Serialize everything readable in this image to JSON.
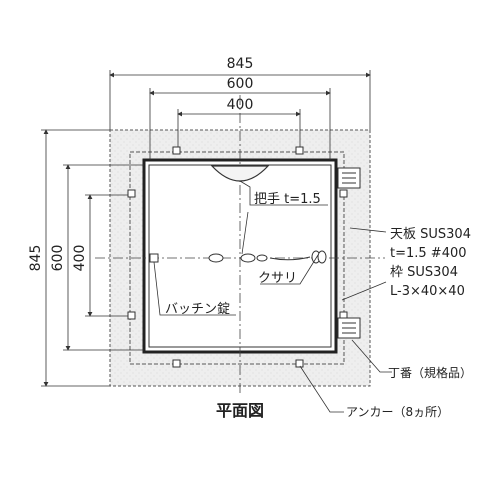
{
  "drawing": {
    "title": "平面図",
    "dimensions": {
      "top_outer": "845",
      "top_middle": "600",
      "top_inner": "400",
      "left_outer": "845",
      "left_middle": "600",
      "left_inner": "400"
    },
    "labels": {
      "handle": "把手 t=1.5",
      "chain": "クサリ",
      "latch": "バッチン錠",
      "top_plate_1": "天板 SUS304",
      "top_plate_2": "t=1.5 #400",
      "frame_1": "枠 SUS304",
      "frame_2": "L-3×40×40",
      "hinge": "丁番（規格品）",
      "anchor": "アンカー（8ヵ所）"
    }
  }
}
